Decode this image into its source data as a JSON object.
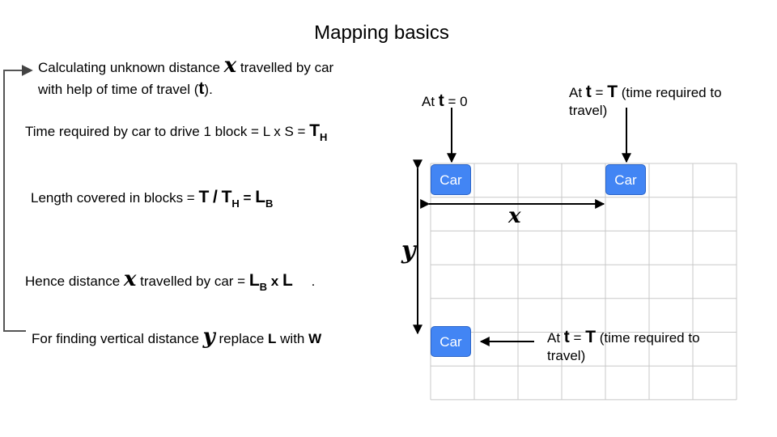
{
  "title": "Mapping basics",
  "intro": {
    "line1_a": "Calculating unknown distance",
    "var_x": "x",
    "line1_b": "travelled by car",
    "line2_a": "with help of time of travel (",
    "var_t": "t",
    "line2_b": ")."
  },
  "time_block": {
    "text": "Time required by car to drive 1 block =  L x S =",
    "T": "T",
    "sub": "H"
  },
  "length_blocks": {
    "text": "Length covered in blocks =",
    "T": "T",
    "slash": "/",
    "TH": "T",
    "TH_sub": "H",
    "eq": "=",
    "L": "L",
    "L_sub": "B"
  },
  "hence": {
    "a": "Hence distance",
    "var_x": "x",
    "b": "travelled by car =",
    "L": "L",
    "L_sub": "B",
    "times": "x",
    "Lbig": "L",
    "dot": "."
  },
  "vertical": {
    "a": "For finding vertical distance",
    "var_y": "y",
    "b": "replace",
    "L": "L",
    "c": "with",
    "W": "W"
  },
  "labels": {
    "at_t0_a": "At",
    "t": "t",
    "at_t0_b": "= 0",
    "at_T_a": "At",
    "eq": "=",
    "T": "T",
    "at_T_b": "(time required to",
    "at_T_c": "travel)"
  },
  "cars": {
    "label": "Car"
  },
  "axis": {
    "x": "x",
    "y": "y"
  },
  "colors": {
    "car": "#4285f4",
    "grid": "#c8c8c8",
    "line": "#000000"
  }
}
